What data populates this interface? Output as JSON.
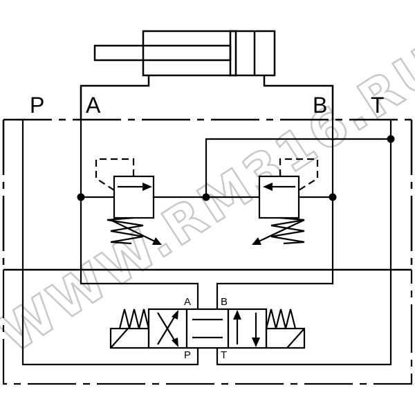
{
  "ports": {
    "p": "P",
    "a": "A",
    "b": "B",
    "t": "T"
  },
  "valve_ports": {
    "a": "A",
    "b": "B",
    "p": "P",
    "t": "T"
  },
  "watermark": "WWW.RM316.RU"
}
